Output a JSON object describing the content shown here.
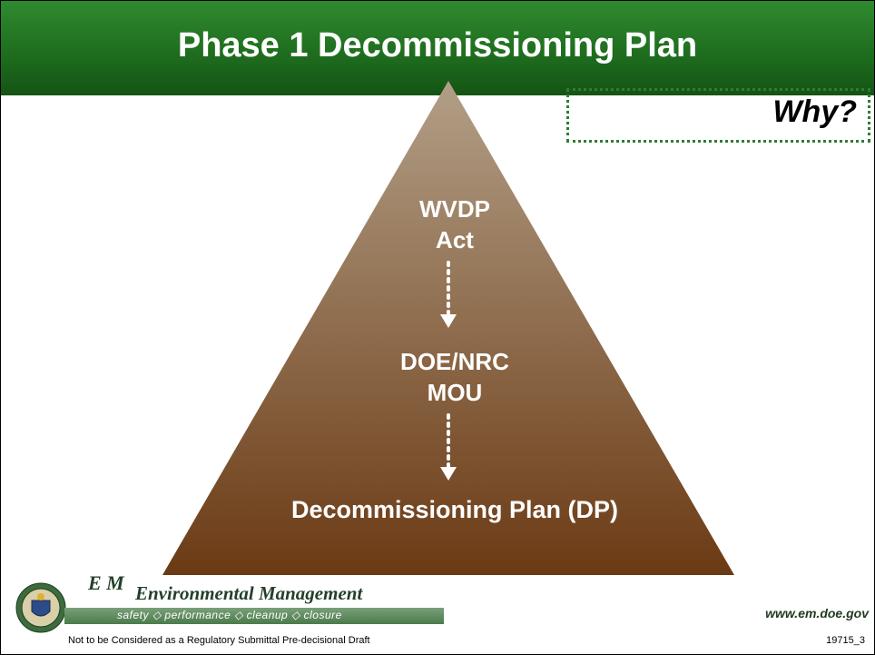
{
  "title": "Phase 1 Decommissioning Plan",
  "callout": {
    "text": "Why?"
  },
  "pyramid": {
    "nodes": [
      {
        "id": "wvdp",
        "lines": [
          "WVDP",
          "Act"
        ]
      },
      {
        "id": "mou",
        "lines": [
          "DOE/NRC",
          "MOU"
        ]
      },
      {
        "id": "dp",
        "lines": [
          "Decommissioning Plan (DP)"
        ]
      }
    ],
    "edges": [
      {
        "from": "wvdp",
        "to": "mou"
      },
      {
        "from": "mou",
        "to": "dp"
      }
    ],
    "colors": {
      "top": "#b29f87",
      "bottom": "#6b3a14"
    }
  },
  "footer": {
    "logo_mark": "E M",
    "logo_text": "Environmental Management",
    "tagline": "safety  ◇  performance  ◇  cleanup  ◇  closure",
    "website": "www.em.doe.gov",
    "disclaimer": "Not to be Considered as a Regulatory Submittal Pre-decisional Draft",
    "slide_number": "19715_3"
  },
  "colors": {
    "title_bar": "#1f6e1f",
    "callout_border": "#2e7d32"
  }
}
